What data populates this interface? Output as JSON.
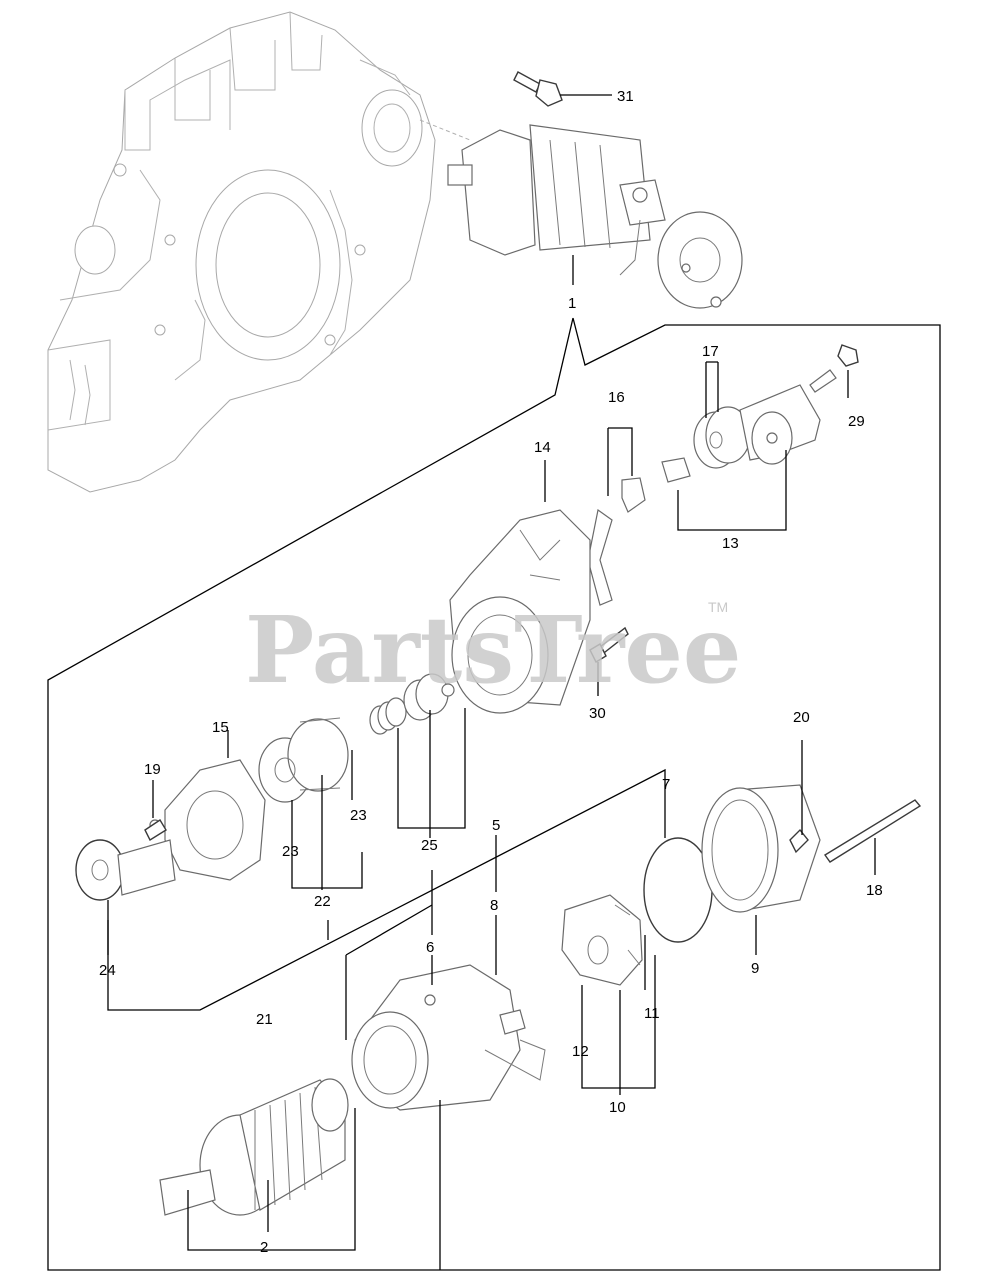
{
  "watermark": {
    "brand": "PartsTree",
    "trademark": "TM"
  },
  "callouts": [
    {
      "id": "c1",
      "label": "1"
    },
    {
      "id": "c2",
      "label": "2"
    },
    {
      "id": "c5",
      "label": "5"
    },
    {
      "id": "c6",
      "label": "6"
    },
    {
      "id": "c7",
      "label": "7"
    },
    {
      "id": "c8",
      "label": "8"
    },
    {
      "id": "c9",
      "label": "9"
    },
    {
      "id": "c10",
      "label": "10"
    },
    {
      "id": "c11",
      "label": "11"
    },
    {
      "id": "c12",
      "label": "12"
    },
    {
      "id": "c13",
      "label": "13"
    },
    {
      "id": "c14",
      "label": "14"
    },
    {
      "id": "c15",
      "label": "15"
    },
    {
      "id": "c16",
      "label": "16"
    },
    {
      "id": "c17",
      "label": "17"
    },
    {
      "id": "c18",
      "label": "18"
    },
    {
      "id": "c19",
      "label": "19"
    },
    {
      "id": "c20",
      "label": "20"
    },
    {
      "id": "c21",
      "label": "21"
    },
    {
      "id": "c22",
      "label": "22"
    },
    {
      "id": "c23a",
      "label": "23"
    },
    {
      "id": "c23b",
      "label": "23"
    },
    {
      "id": "c24",
      "label": "24"
    },
    {
      "id": "c25",
      "label": "25"
    },
    {
      "id": "c29",
      "label": "29"
    },
    {
      "id": "c30",
      "label": "30"
    },
    {
      "id": "c31",
      "label": "31"
    }
  ]
}
